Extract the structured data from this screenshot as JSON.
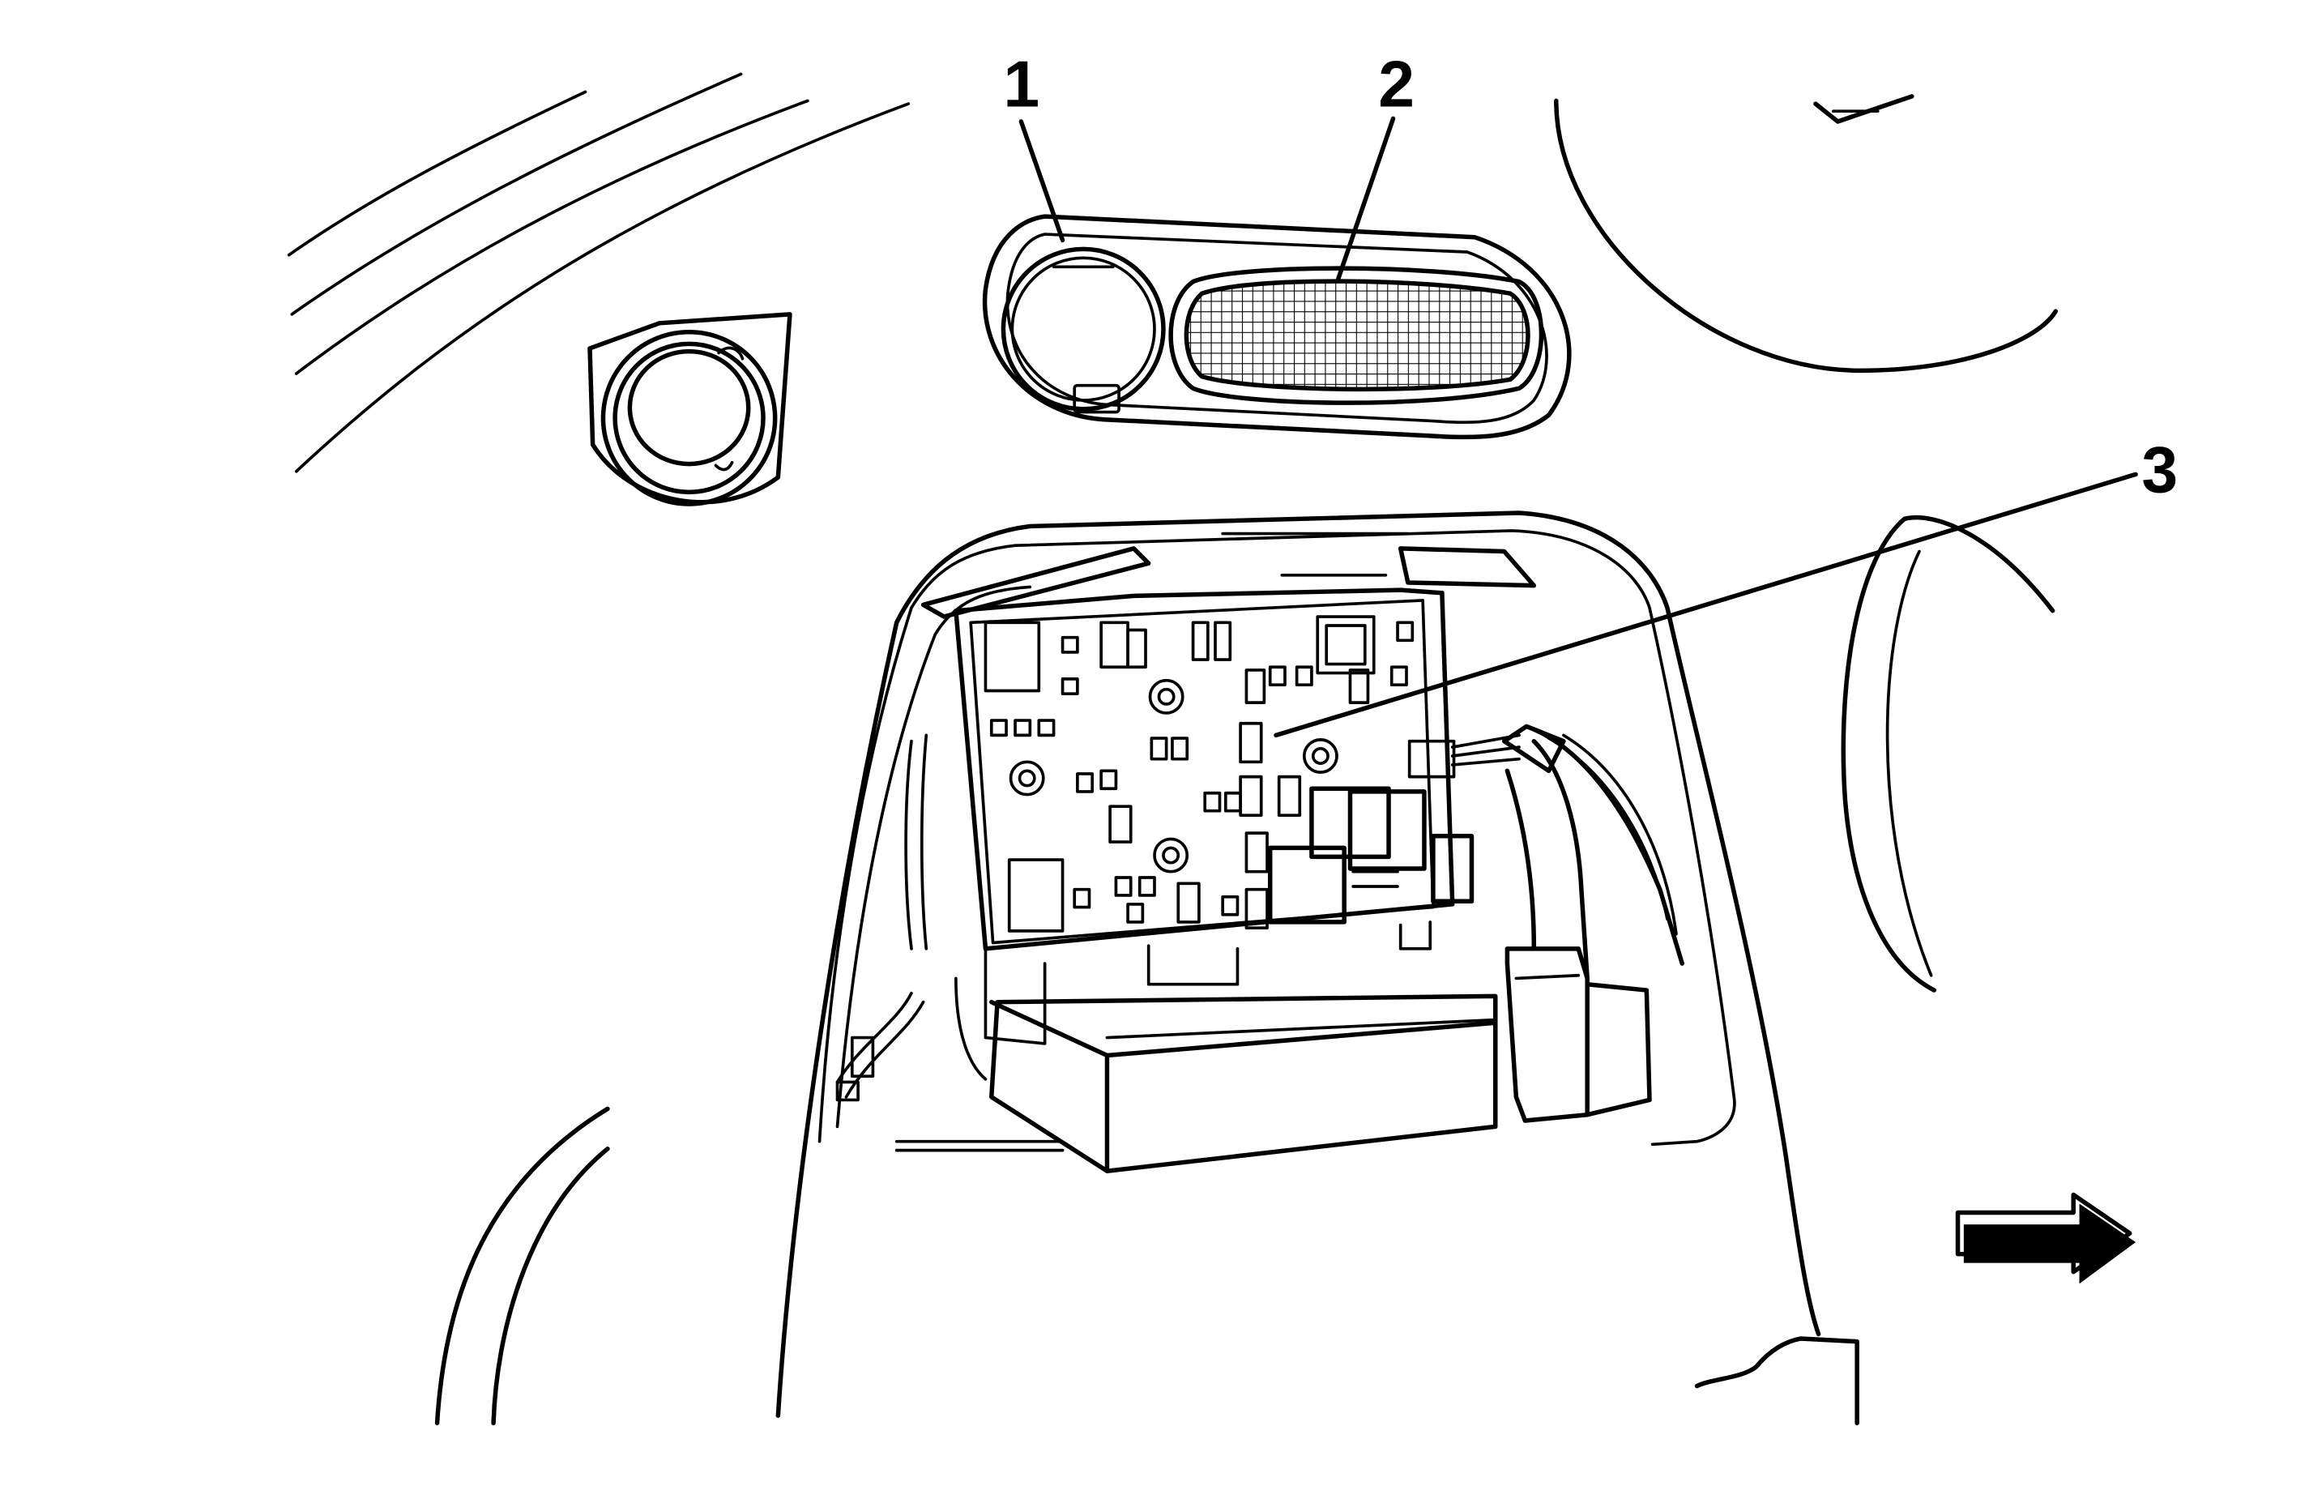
{
  "callouts": [
    {
      "label": "1",
      "part": "power-outlet"
    },
    {
      "label": "2",
      "part": "speaker-grille"
    },
    {
      "label": "3",
      "part": "control-module"
    }
  ],
  "icons": {
    "direction_arrow": "right-arrow-icon"
  },
  "colors": {
    "line": "#000000",
    "background": "#ffffff"
  }
}
